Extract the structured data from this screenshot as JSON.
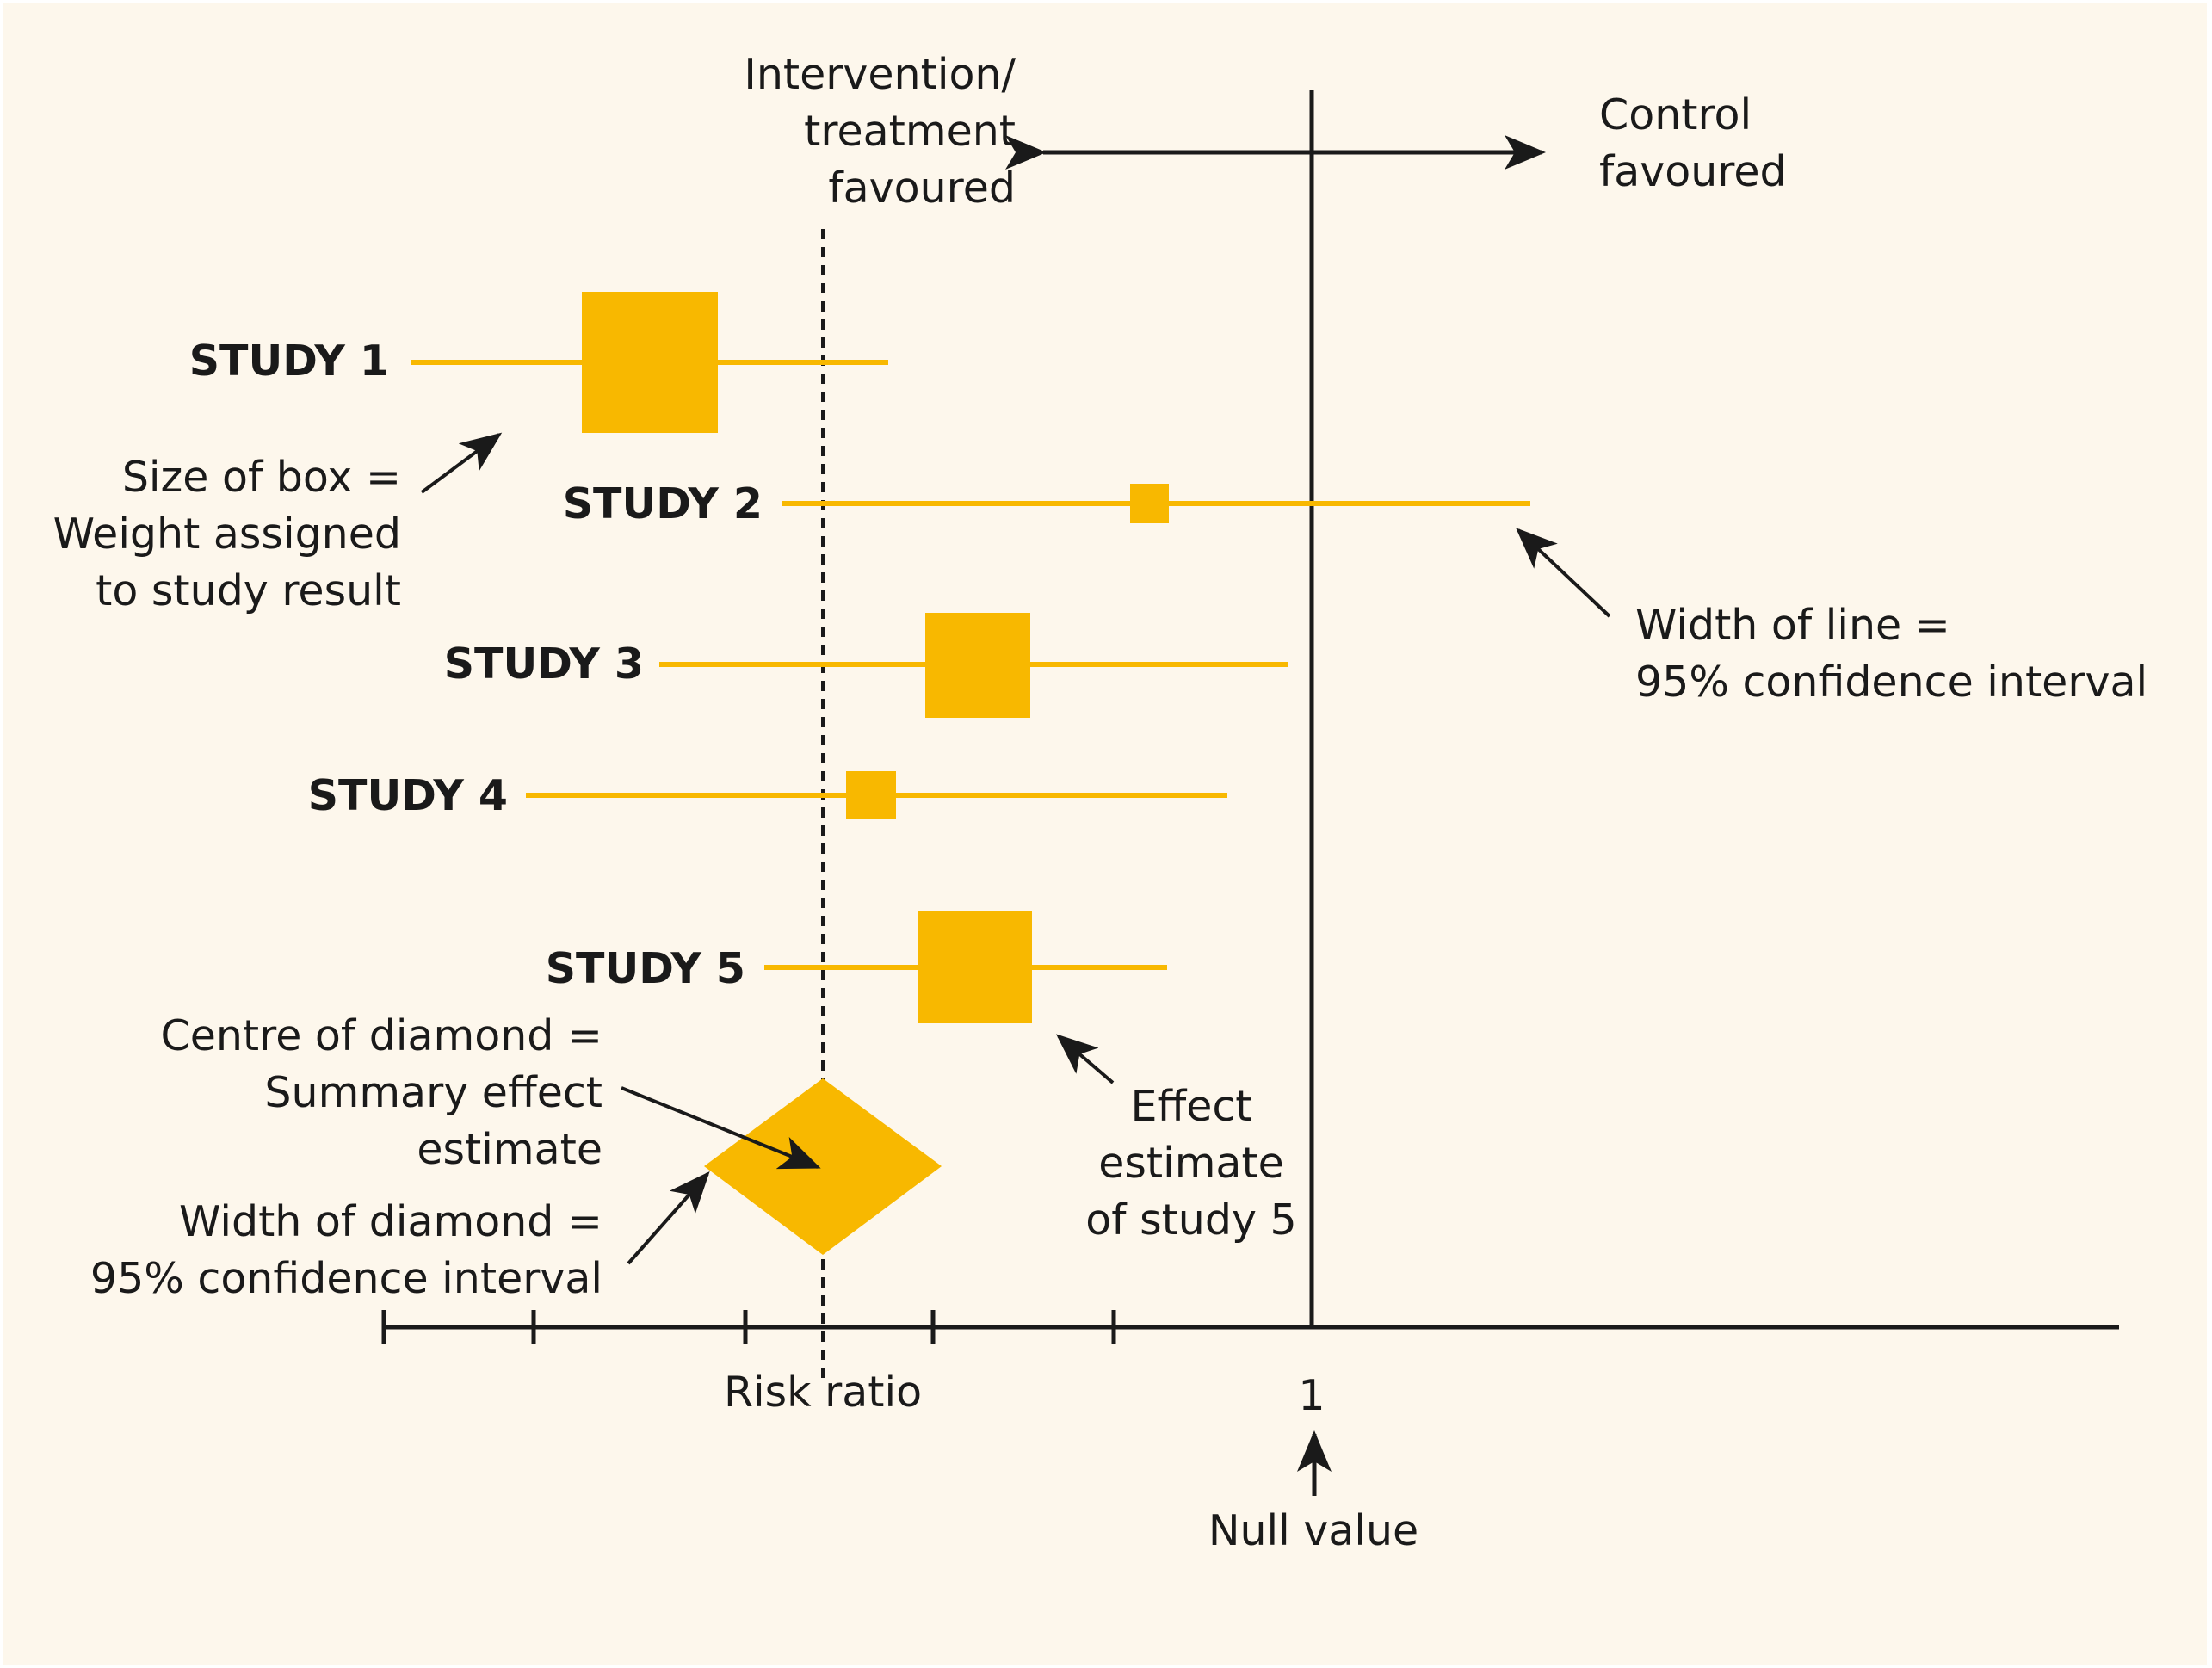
{
  "colors": {
    "background": "#fdf7ec",
    "accent": "#f8b800",
    "ink": "#1a1a1a"
  },
  "direction": {
    "intervention": [
      "Intervention/",
      "treatment",
      "favoured"
    ],
    "control": [
      "Control",
      "favoured"
    ]
  },
  "studies": [
    {
      "label": "STUDY 1"
    },
    {
      "label": "STUDY 2"
    },
    {
      "label": "STUDY 3"
    },
    {
      "label": "STUDY 4"
    },
    {
      "label": "STUDY 5"
    }
  ],
  "annotations": {
    "box_size": [
      "Size of box =",
      "Weight assigned",
      "to study result"
    ],
    "line_width": [
      "Width of line =",
      "95% confidence interval"
    ],
    "diamond_centre": [
      "Centre of diamond =",
      "Summary effect",
      "estimate"
    ],
    "diamond_width": [
      "Width of diamond =",
      "95% confidence interval"
    ],
    "effect_estimate": [
      "Effect",
      "estimate",
      "of study 5"
    ]
  },
  "axis": {
    "label": "Risk ratio",
    "null_tick": "1",
    "null_label": "Null value"
  }
}
